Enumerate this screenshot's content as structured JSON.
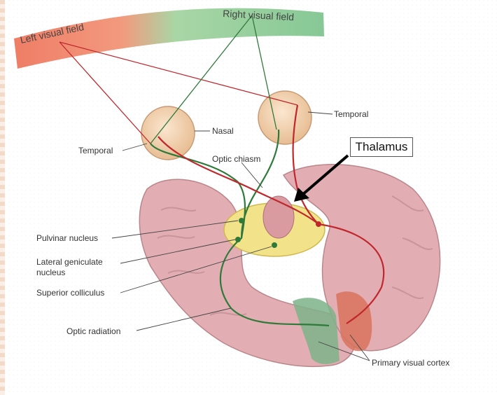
{
  "fields": {
    "left": "Left visual field",
    "right": "Right visual field"
  },
  "labels": {
    "temporal_left": "Temporal",
    "nasal": "Nasal",
    "temporal_right": "Temporal",
    "optic_chiasm": "Optic chiasm",
    "pulvinar": "Pulvinar nucleus",
    "lgn_line1": "Lateral geniculate",
    "lgn_line2": "nucleus",
    "superior_colliculus": "Superior colliculus",
    "optic_radiation": "Optic radiation",
    "primary_visual_cortex": "Primary visual cortex"
  },
  "callout": {
    "thalamus": "Thalamus"
  },
  "colors": {
    "left_field": "#e8816c",
    "right_field": "#8fcc9a",
    "left_pathway": "#c0272d",
    "right_pathway": "#2f7a3a",
    "brain": "#e4b3b6"
  }
}
